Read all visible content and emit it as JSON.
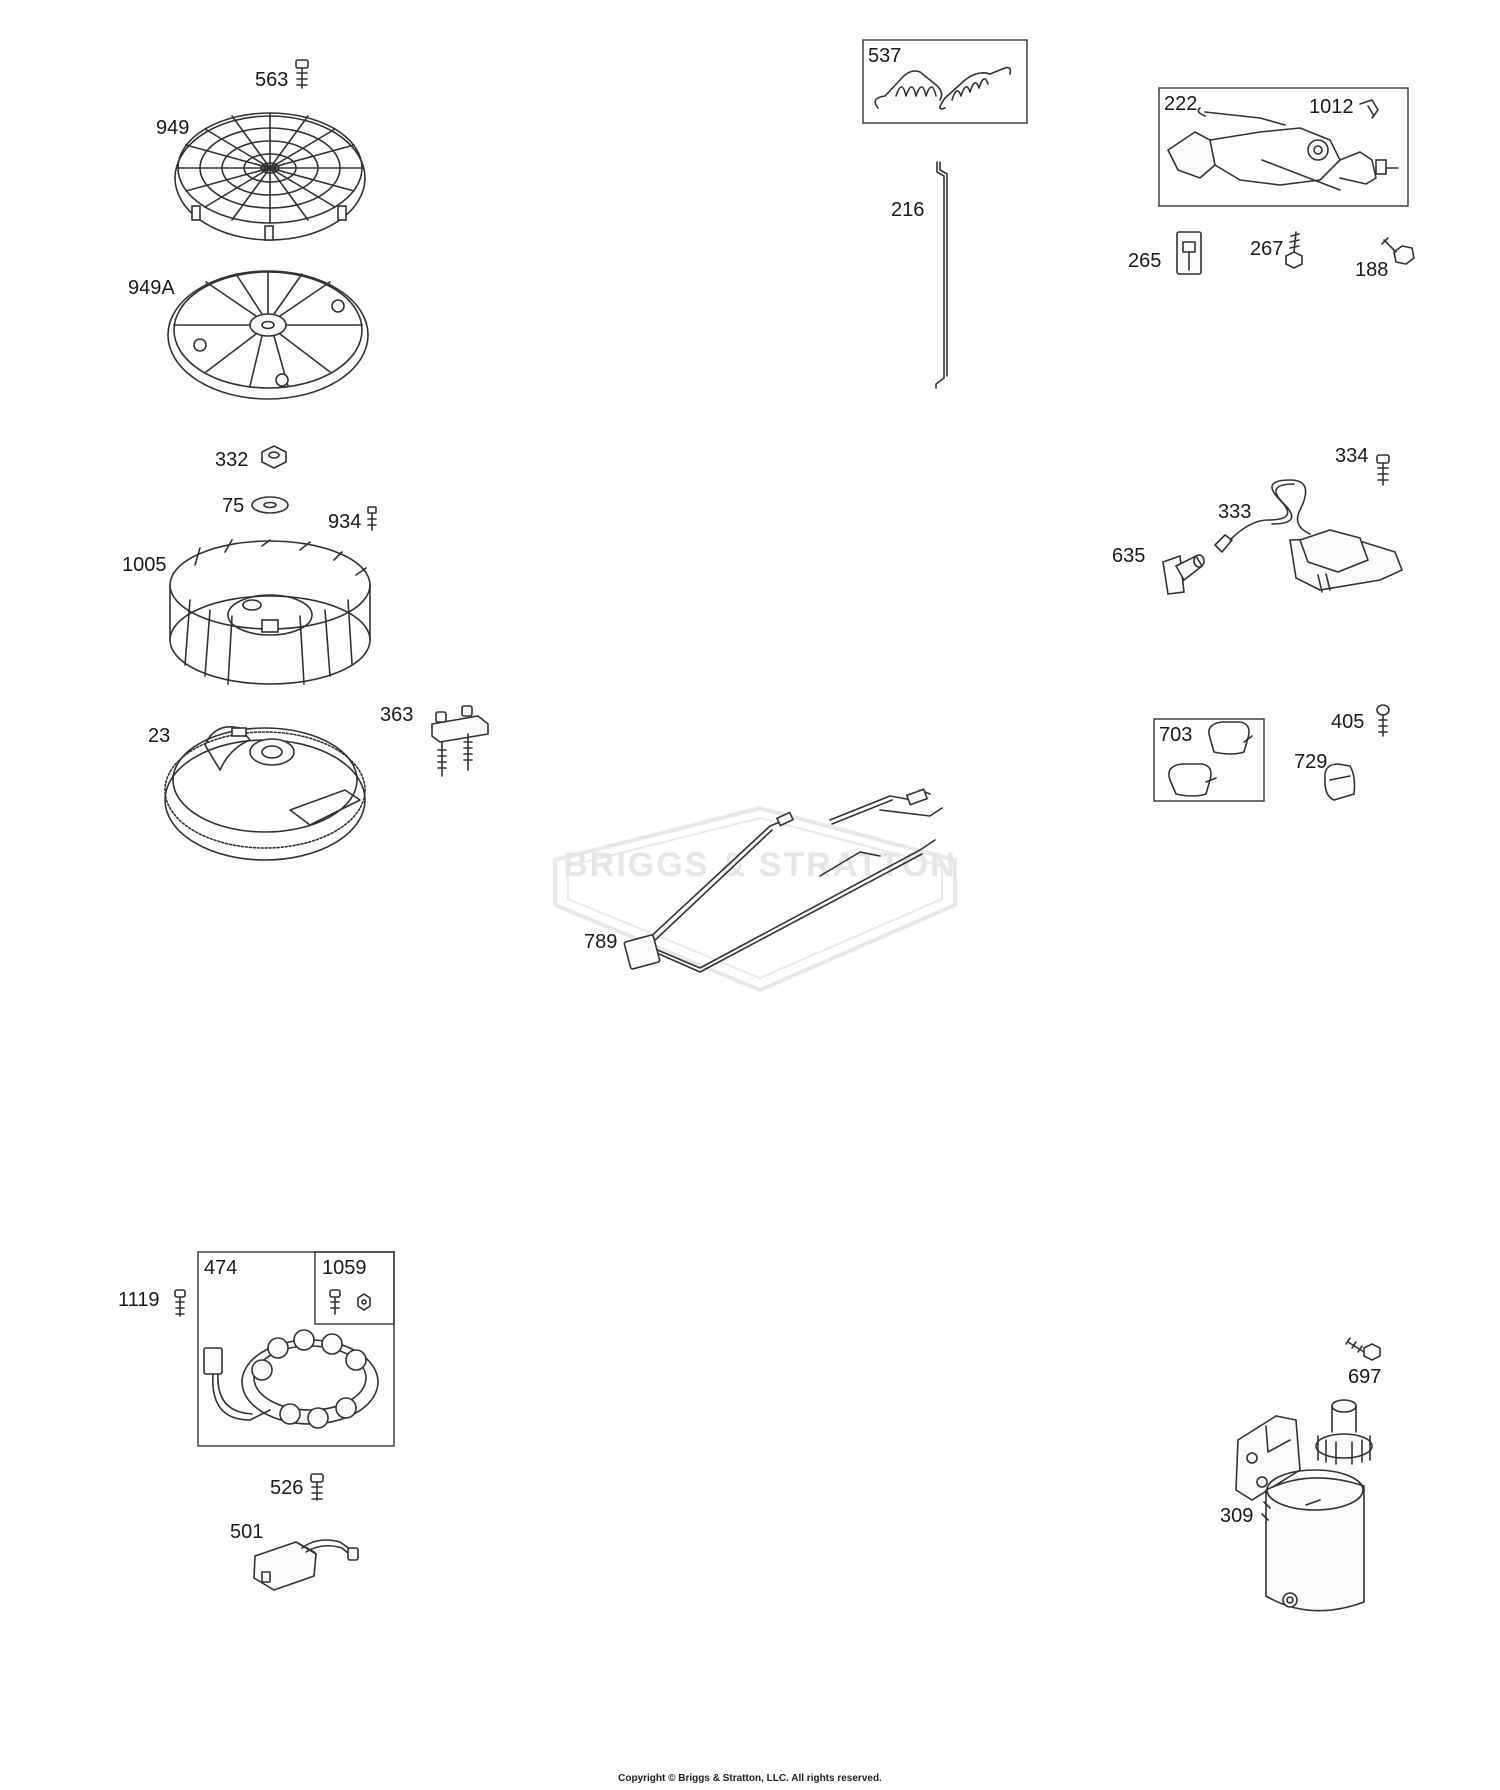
{
  "watermark": {
    "brand_text": "BRIGGS & STRATTON"
  },
  "copyright": "Copyright © Briggs & Stratton, LLC. All rights reserved.",
  "callouts": {
    "p563": "563",
    "p949": "949",
    "p949A": "949A",
    "p332": "332",
    "p75": "75",
    "p934": "934",
    "p1005": "1005",
    "p23": "23",
    "p363": "363",
    "p537": "537",
    "p216": "216",
    "p222": "222",
    "p1012": "1012",
    "p265": "265",
    "p267": "267",
    "p188": "188",
    "p334": "334",
    "p333": "333",
    "p635": "635",
    "p703": "703",
    "p405": "405",
    "p729": "729",
    "p789": "789",
    "p474": "474",
    "p1059": "1059",
    "p1119": "1119",
    "p526": "526",
    "p501": "501",
    "p697": "697",
    "p309": "309"
  }
}
